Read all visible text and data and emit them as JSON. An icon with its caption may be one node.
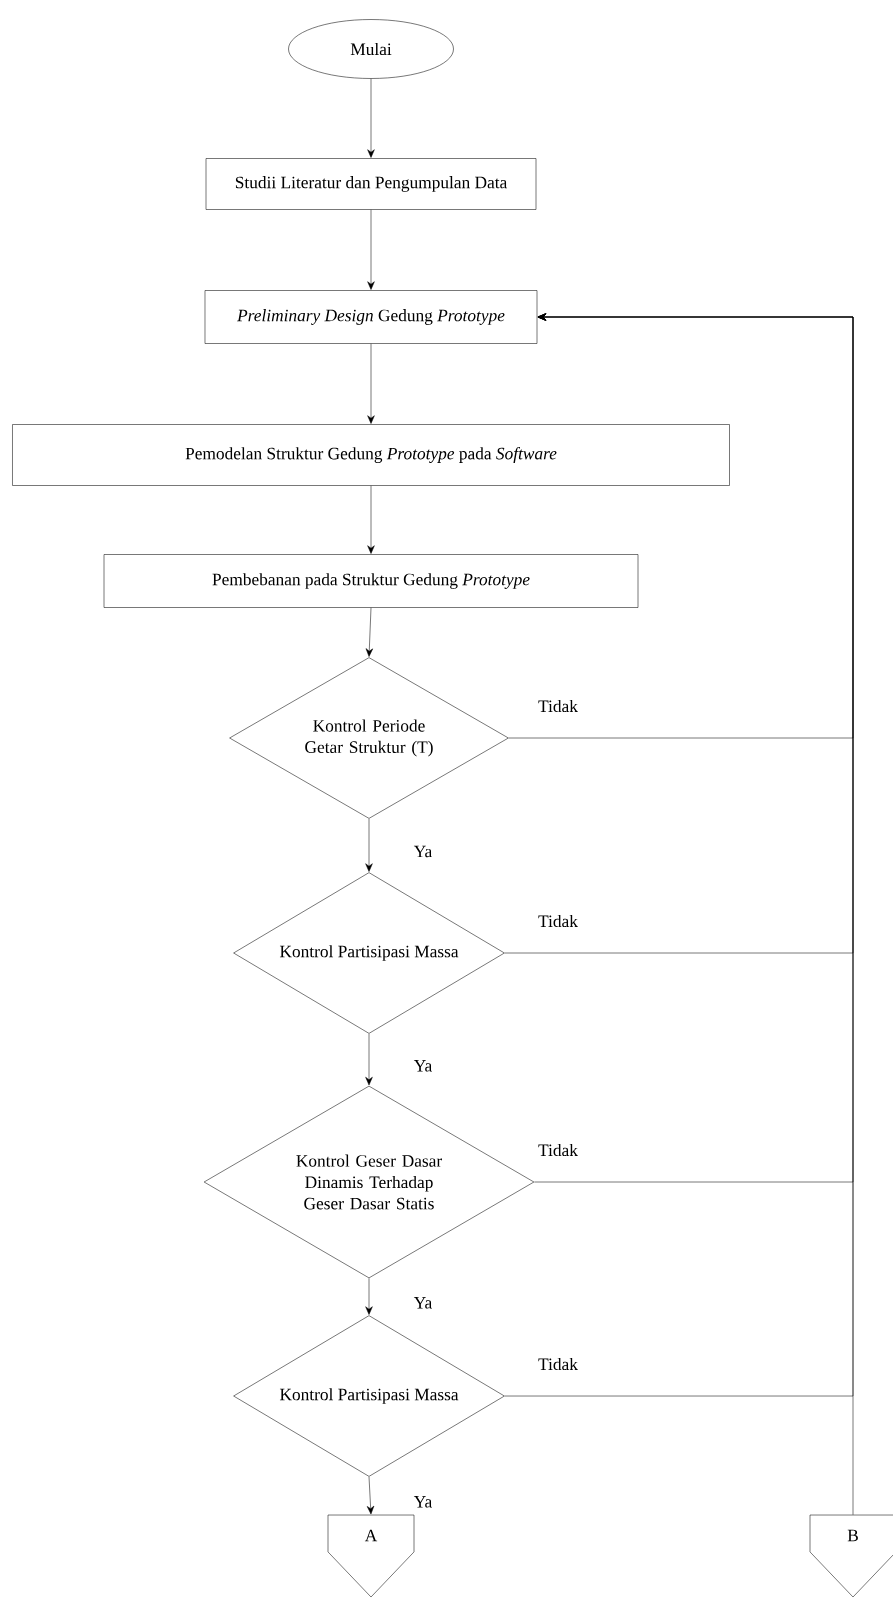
{
  "diagram": {
    "nodes": [
      {
        "text": [
          "Mulai"
        ]
      },
      {
        "text": [
          "Studii Literatur dan Pengumpulan Data"
        ]
      },
      {
        "text": [
          "*Preliminary Design* Gedung *Prototype*"
        ]
      },
      {
        "text": [
          "Pemodelan Struktur Gedung *Prototype* pada *Software*"
        ]
      },
      {
        "text": [
          "Pembebanan pada Struktur Gedung *Prototype*"
        ]
      },
      {
        "text": [
          "Kontrol Periode Getar Struktur (T)"
        ]
      },
      {
        "text": [
          "Kontrol Partisipasi Massa"
        ]
      },
      {
        "text": [
          "Kontrol Geser Dasar Dinamis Terhadap Geser Dasar Statis"
        ]
      },
      {
        "text": [
          "Kontrol Partisipasi Massa"
        ]
      },
      {
        "text": [
          "A"
        ]
      },
      {
        "text": [
          "B"
        ]
      }
    ],
    "edges": [
      {
        "from": 0,
        "to": 1,
        "arrow": "to"
      },
      {
        "from": 1,
        "to": 2,
        "arrow": "to"
      },
      {
        "from": 2,
        "to": 3,
        "arrow": "to"
      },
      {
        "from": 3,
        "to": 4,
        "arrow": "to"
      },
      {
        "from": 4,
        "to": 5,
        "arrow": "to"
      },
      {
        "from": 5,
        "to": 6,
        "arrow": "to",
        "label": "Ya"
      },
      {
        "from": 5,
        "to": 2,
        "arrow": "to",
        "label": "Tidak"
      },
      {
        "from": 6,
        "to": 7,
        "arrow": "to",
        "label": "Ya"
      },
      {
        "from": 6,
        "to": 2,
        "arrow": "to",
        "label": "Tidak"
      },
      {
        "from": 7,
        "to": 8,
        "arrow": "to",
        "label": "Ya"
      },
      {
        "from": 7,
        "to": 2,
        "arrow": "to",
        "label": "Tidak"
      },
      {
        "from": 8,
        "to": 9,
        "arrow": "to",
        "label": "Ya"
      },
      {
        "from": 8,
        "to": 2,
        "arrow": "to",
        "label": "Tidak"
      },
      {
        "from": 10,
        "to": 2,
        "arrow": "to"
      }
    ]
  }
}
